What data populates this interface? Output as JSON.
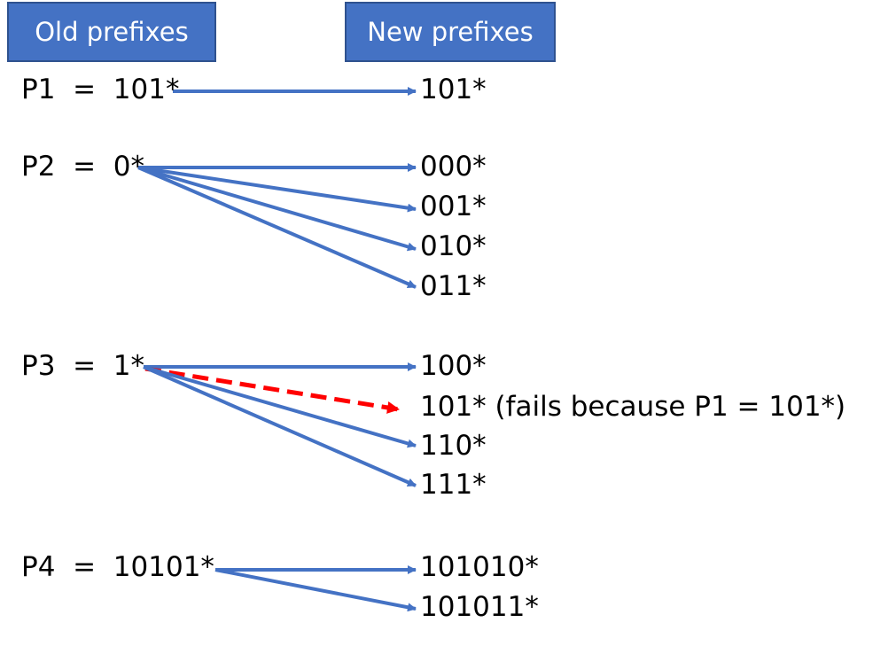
{
  "headers": {
    "old": "Old prefixes",
    "new": "New prefixes"
  },
  "rows": [
    {
      "old": "P1  =  101*",
      "new": [
        "101*"
      ]
    },
    {
      "old": "P2  =  0*",
      "new": [
        "000*",
        "001*",
        "010*",
        "011*"
      ]
    },
    {
      "old": "P3  =  1*",
      "new": [
        "100*",
        "101* (fails because P1 = 101*)",
        "110*",
        "111*"
      ]
    },
    {
      "old": "P4  =  10101*",
      "new": [
        "101010*",
        "101011*"
      ]
    }
  ],
  "colors": {
    "arrow": "#4472c4",
    "failed_arrow": "#ff0000",
    "header_fill": "#4472c4"
  }
}
